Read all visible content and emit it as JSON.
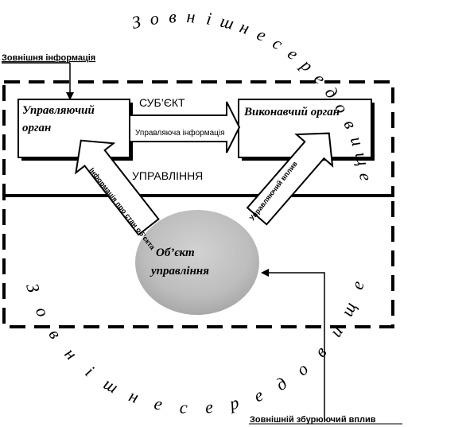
{
  "labels": {
    "external_info": "Зовнішня інформація",
    "subject": "СУБ’ЄКТ",
    "control_info": "Управляюча інформація",
    "management": "УПРАВЛІННЯ",
    "object_state_info": "Інформація про стан об’єкта",
    "control_action": "Управляючий вплив",
    "external_disturbance": "Зовнішній збурюючий вплив"
  },
  "boxes": {
    "control_body_line1": "Управляючий",
    "control_body_line2": "орган",
    "executive_body": "Виконавчий орган",
    "object_line1": "Об’єкт",
    "object_line2": "управління"
  },
  "environment": {
    "top_letters": [
      "З",
      "о",
      "в",
      "н",
      "і",
      "ш",
      "н",
      "е",
      "с",
      "е",
      "р",
      "е",
      "д",
      "о",
      "в",
      "и",
      "щ",
      "е"
    ],
    "bottom_letters": [
      "З",
      "о",
      "в",
      "н",
      "і",
      "ш",
      "н",
      "е",
      "с",
      "е",
      "р",
      "е",
      "д",
      "о",
      "в",
      "и",
      "щ",
      "е"
    ]
  }
}
